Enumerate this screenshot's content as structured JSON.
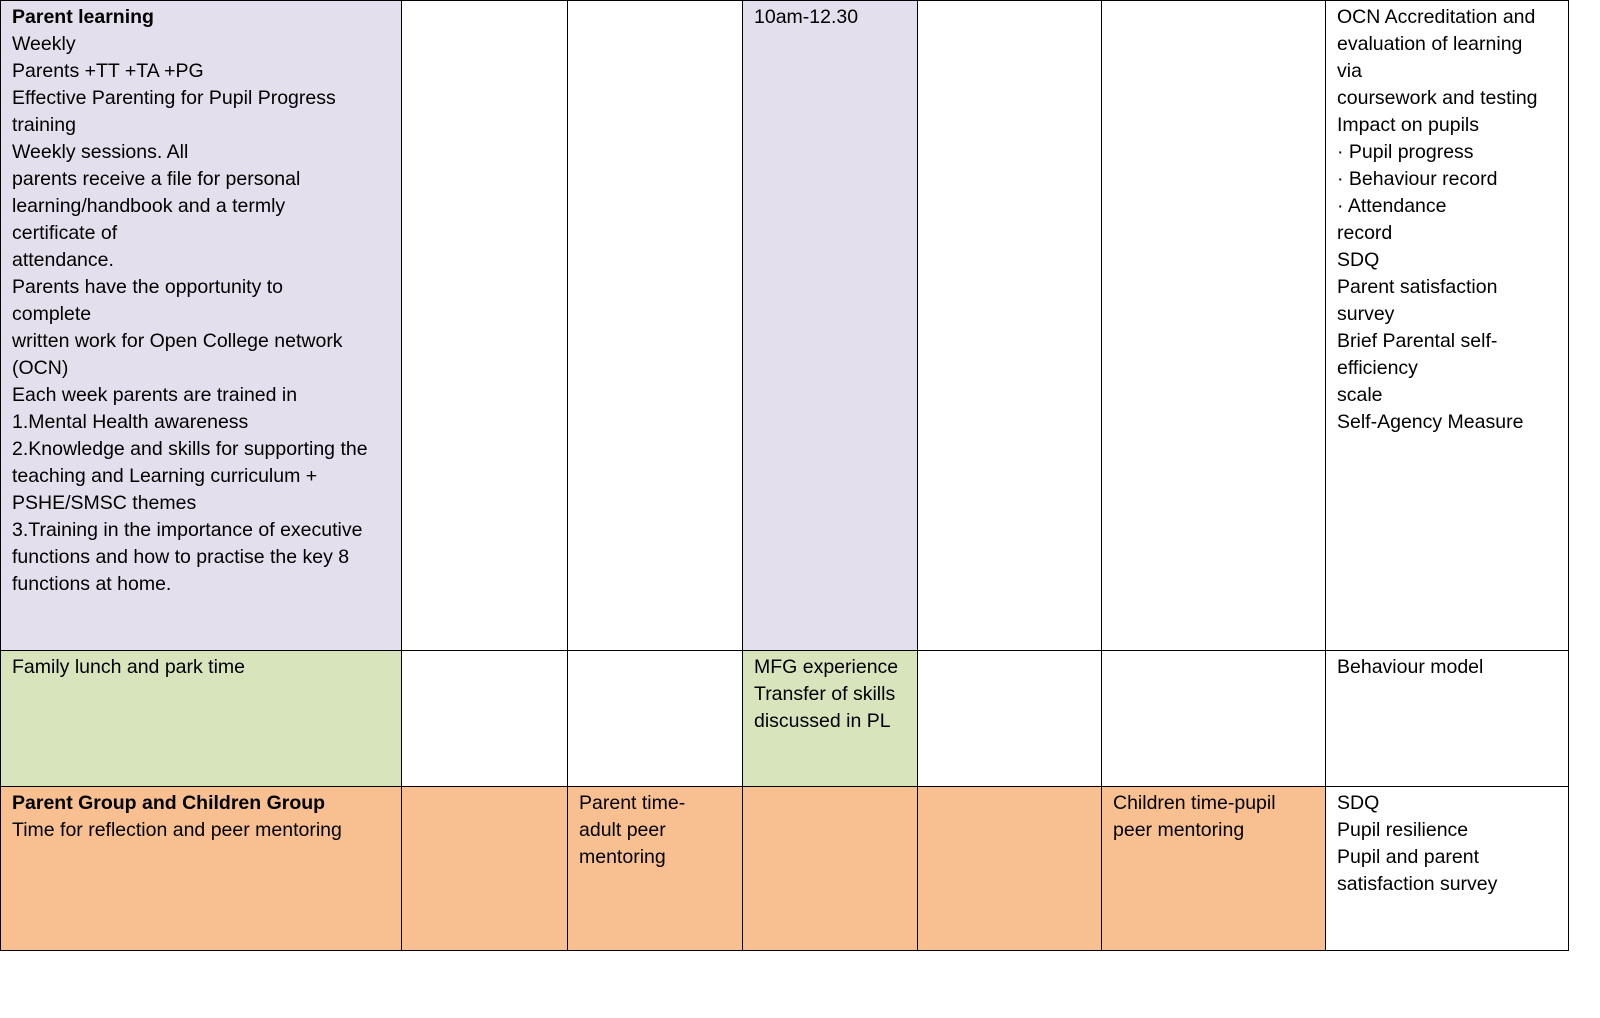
{
  "rows": [
    {
      "cells": [
        {
          "bg": "lavender",
          "title": "Parent learning",
          "lines": [
            "Weekly",
            "Parents +TT +TA +PG",
            "Effective Parenting for Pupil Progress",
            "training",
            "Weekly sessions. All",
            "parents receive a file for personal",
            "learning/handbook and a termly",
            "certificate of",
            "attendance.",
            "Parents have the opportunity to",
            "complete",
            "written work for Open College network",
            "(OCN)",
            "Each week parents are trained in",
            "1.Mental Health awareness",
            "2.Knowledge and skills for supporting the",
            "teaching and Learning curriculum +",
            "PSHE/SMSC themes",
            "3.Training in the importance of executive",
            "functions and how to practise the key 8",
            "functions at home."
          ]
        },
        {
          "bg": "white",
          "title": "",
          "lines": []
        },
        {
          "bg": "white",
          "title": "",
          "lines": []
        },
        {
          "bg": "lavender",
          "title": "",
          "lines": [
            "10am-12.30"
          ]
        },
        {
          "bg": "white",
          "title": "",
          "lines": []
        },
        {
          "bg": "white",
          "title": "",
          "lines": []
        },
        {
          "bg": "white",
          "title": "",
          "lines": [
            "OCN Accreditation and",
            "evaluation of learning",
            "via",
            "coursework and testing",
            "Impact on pupils",
            "· Pupil progress",
            "· Behaviour record",
            "· Attendance",
            "record",
            "SDQ",
            "Parent satisfaction",
            "survey",
            "Brief Parental self-",
            "efficiency",
            "scale",
            "Self-Agency Measure"
          ]
        }
      ]
    },
    {
      "cells": [
        {
          "bg": "green",
          "title": "",
          "lines": [
            "Family lunch and park time"
          ]
        },
        {
          "bg": "white",
          "title": "",
          "lines": []
        },
        {
          "bg": "white",
          "title": "",
          "lines": []
        },
        {
          "bg": "green",
          "title": "",
          "lines": [
            "MFG experience",
            "Transfer of skills",
            "discussed in PL"
          ]
        },
        {
          "bg": "white",
          "title": "",
          "lines": []
        },
        {
          "bg": "white",
          "title": "",
          "lines": []
        },
        {
          "bg": "white",
          "title": "",
          "lines": [
            "Behaviour model"
          ]
        }
      ]
    },
    {
      "cells": [
        {
          "bg": "peach",
          "title": "Parent Group and Children Group",
          "lines": [
            "Time for reflection and peer mentoring"
          ]
        },
        {
          "bg": "peach",
          "title": "",
          "lines": []
        },
        {
          "bg": "peach",
          "title": "",
          "lines": [
            "Parent time-",
            "adult peer",
            "mentoring"
          ]
        },
        {
          "bg": "peach",
          "title": "",
          "lines": []
        },
        {
          "bg": "peach",
          "title": "",
          "lines": []
        },
        {
          "bg": "peach",
          "title": "",
          "lines": [
            "Children time-pupil",
            "peer mentoring"
          ]
        },
        {
          "bg": "white",
          "title": "",
          "lines": [
            "SDQ",
            "Pupil resilience",
            "Pupil and parent",
            "satisfaction survey"
          ]
        }
      ]
    }
  ]
}
